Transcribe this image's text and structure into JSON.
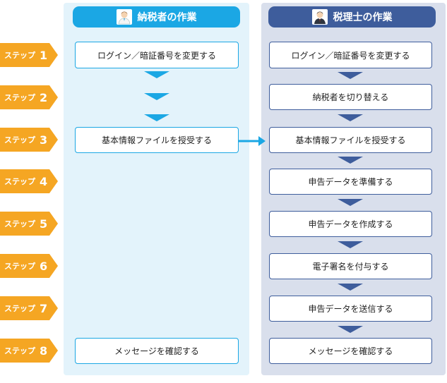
{
  "headers": {
    "taxpayer": "納税者の作業",
    "accountant": "税理士の作業"
  },
  "steps": [
    {
      "prefix": "ステップ",
      "num": "1"
    },
    {
      "prefix": "ステップ",
      "num": "2"
    },
    {
      "prefix": "ステップ",
      "num": "3"
    },
    {
      "prefix": "ステップ",
      "num": "4"
    },
    {
      "prefix": "ステップ",
      "num": "5"
    },
    {
      "prefix": "ステップ",
      "num": "6"
    },
    {
      "prefix": "ステップ",
      "num": "7"
    },
    {
      "prefix": "ステップ",
      "num": "8"
    }
  ],
  "taxpayer_tasks": {
    "step1": "ログイン／暗証番号を変更する",
    "step3": "基本情報ファイルを授受する",
    "step8": "メッセージを確認する"
  },
  "accountant_tasks": [
    "ログイン／暗証番号を変更する",
    "納税者を切り替える",
    "基本情報ファイルを授受する",
    "申告データを準備する",
    "申告データを作成する",
    "電子署名を付与する",
    "申告データを送信する",
    "メッセージを確認する"
  ],
  "colors": {
    "taxpayer_accent": "#1ba7e4",
    "accountant_accent": "#3e5d9c",
    "step_orange": "#f5a623"
  }
}
